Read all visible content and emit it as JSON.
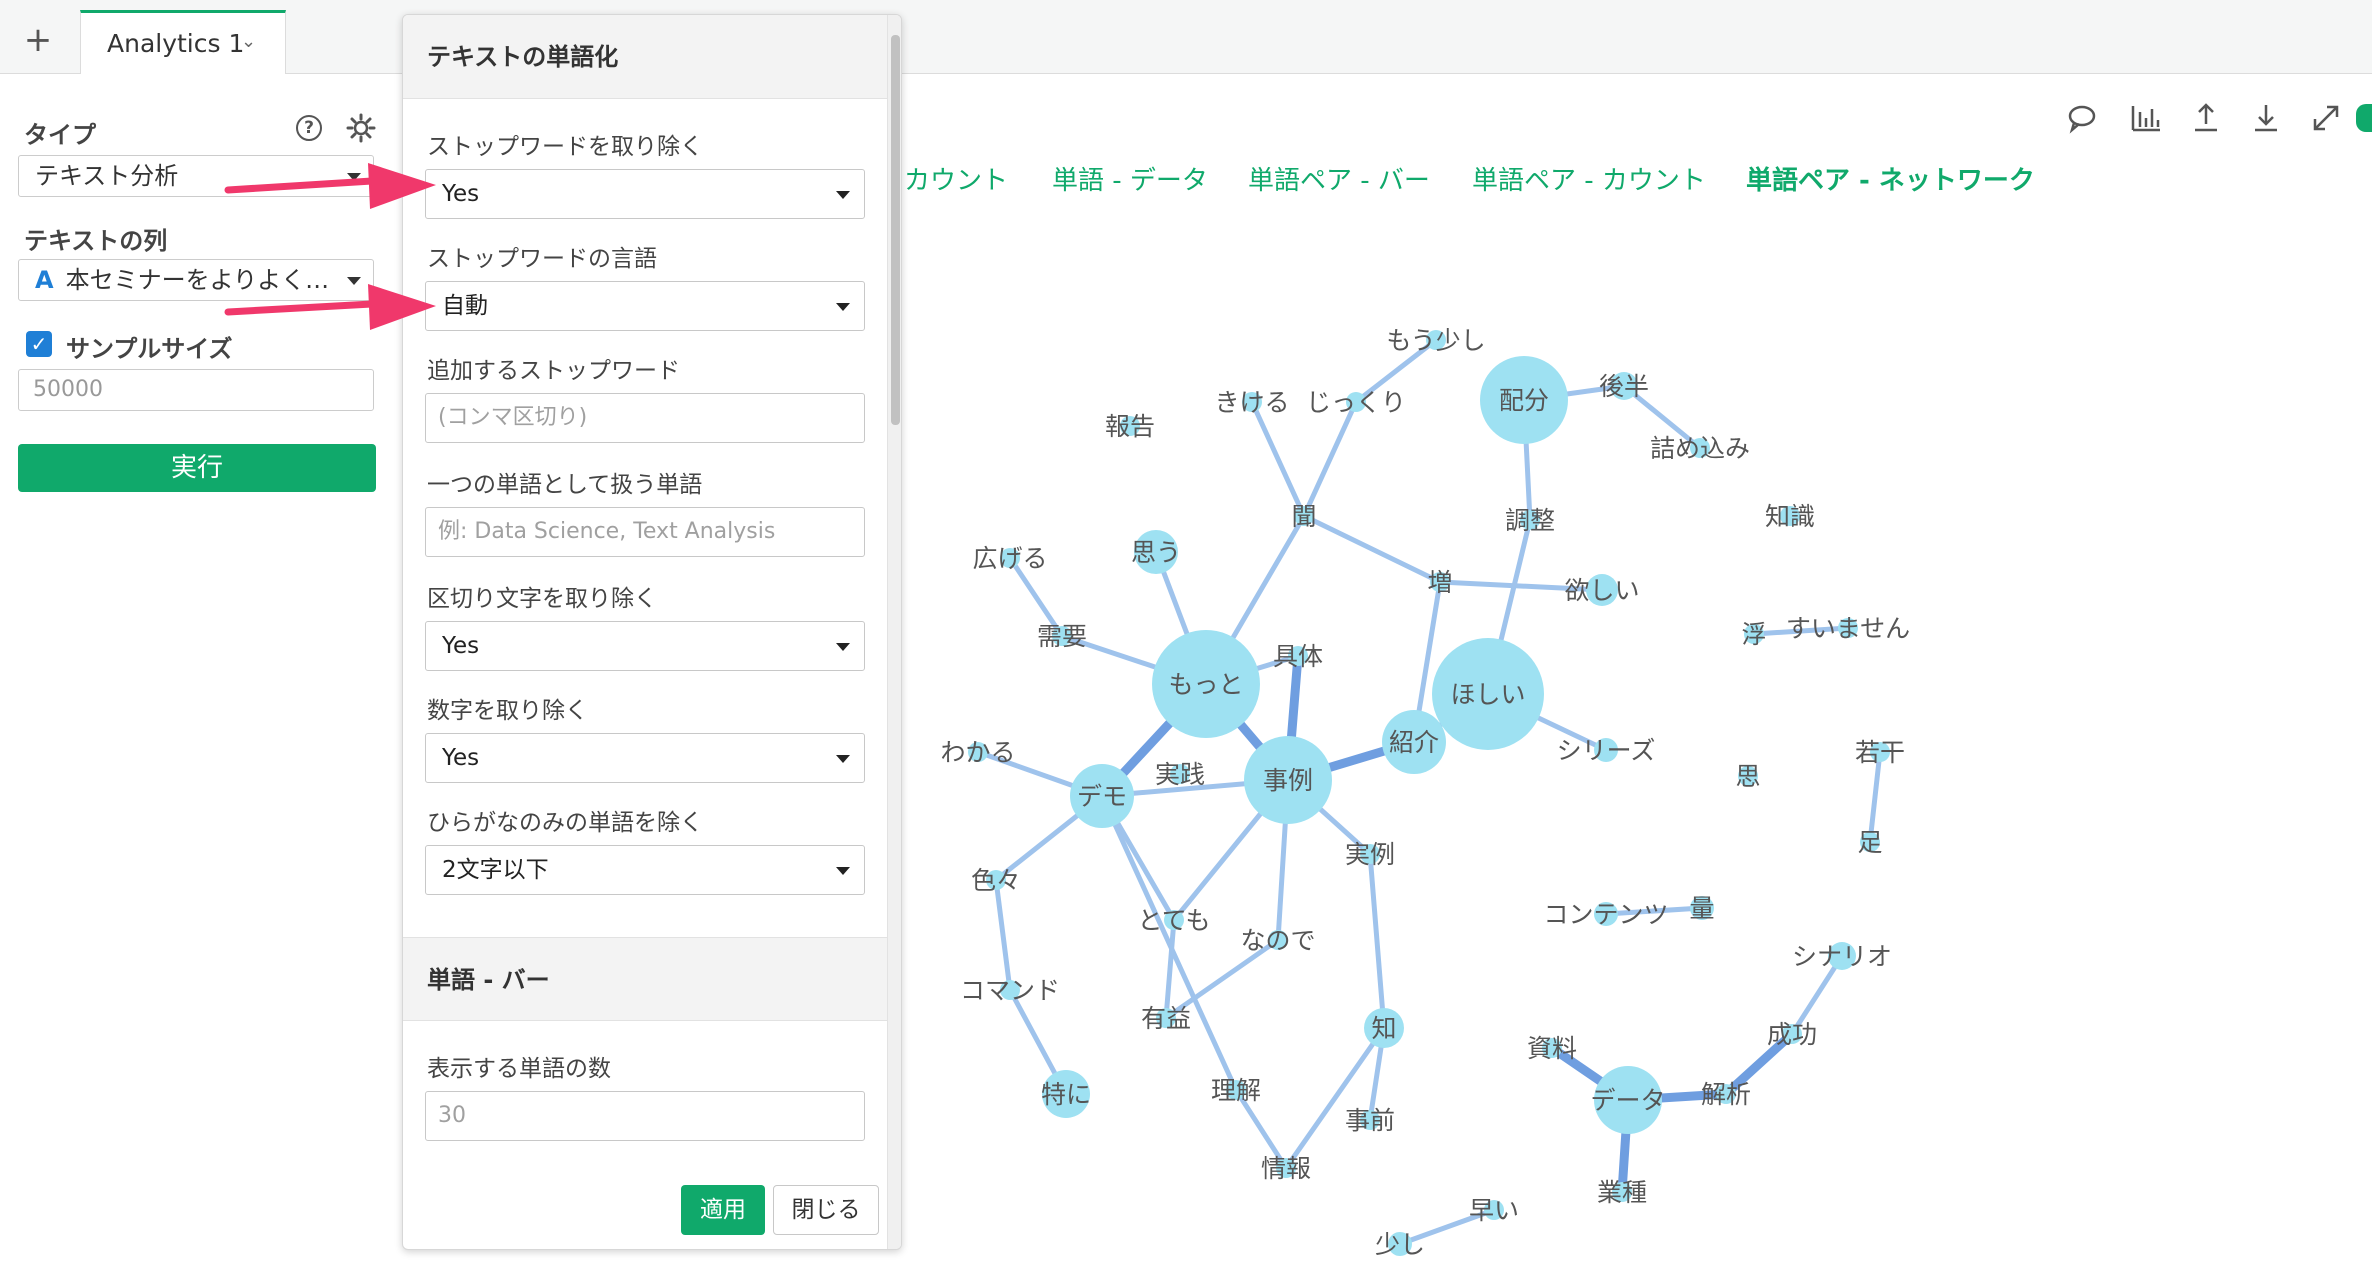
{
  "top_tabs": {
    "add_label": "+",
    "active_tab": "Analytics 1"
  },
  "left_panel": {
    "type_label": "タイプ",
    "type_value": "テキスト分析",
    "text_column_label": "テキストの列",
    "text_column_type_icon": "A",
    "text_column_value": "本セミナーをよりよく…",
    "sample_size_label": "サンプルサイズ",
    "sample_size_checked": true,
    "sample_size_value": "50000",
    "run_label": "実行",
    "help_icon": "question-circle-icon",
    "settings_icon": "gear-icon"
  },
  "popup": {
    "title": "テキストの単語化",
    "fields": {
      "remove_stopwords_label": "ストップワードを取り除く",
      "remove_stopwords_value": "Yes",
      "stopword_lang_label": "ストップワードの言語",
      "stopword_lang_value": "自動",
      "add_stopwords_label": "追加するストップワード",
      "add_stopwords_placeholder": "(コンマ区切り)",
      "compound_words_label": "一つの単語として扱う単語",
      "compound_words_placeholder": "例: Data Science, Text Analysis",
      "remove_punct_label": "区切り文字を取り除く",
      "remove_punct_value": "Yes",
      "remove_numbers_label": "数字を取り除く",
      "remove_numbers_value": "Yes",
      "remove_hiragana_label": "ひらがなのみの単語を除く",
      "remove_hiragana_value": "2文字以下"
    },
    "section2_title": "単語 - バー",
    "num_words_label": "表示する単語の数",
    "num_words_value": "30",
    "apply_label": "適用",
    "close_label": "閉じる"
  },
  "subtabs": [
    "カウント",
    "単語 - データ",
    "単語ペア - バー",
    "単語ペア - カウント",
    "単語ペア - ネットワーク"
  ],
  "active_subtab": "単語ペア - ネットワーク",
  "toolbar_icons": [
    "comment-icon",
    "bar-chart-icon",
    "export-icon",
    "download-icon",
    "expand-icon"
  ],
  "colors": {
    "accent": "#10a96b",
    "node": "#9ee1f2",
    "edge": "#9fc3ec",
    "edge_strong": "#6f9ee0",
    "arrow": "#f0386b"
  },
  "network": {
    "nodes": [
      {
        "id": "もう少し"
      },
      {
        "id": "きける"
      },
      {
        "id": "じっくり"
      },
      {
        "id": "配分"
      },
      {
        "id": "後半"
      },
      {
        "id": "詰め込み"
      },
      {
        "id": "報告"
      },
      {
        "id": "聞"
      },
      {
        "id": "調整"
      },
      {
        "id": "知識"
      },
      {
        "id": "広げる"
      },
      {
        "id": "思う"
      },
      {
        "id": "増"
      },
      {
        "id": "欲しい"
      },
      {
        "id": "浮"
      },
      {
        "id": "すいません"
      },
      {
        "id": "需要"
      },
      {
        "id": "もっと"
      },
      {
        "id": "具体"
      },
      {
        "id": "ほしい"
      },
      {
        "id": "紹介"
      },
      {
        "id": "シリーズ"
      },
      {
        "id": "わかる"
      },
      {
        "id": "デモ"
      },
      {
        "id": "実践"
      },
      {
        "id": "事例"
      },
      {
        "id": "若干"
      },
      {
        "id": "思"
      },
      {
        "id": "足"
      },
      {
        "id": "実例"
      },
      {
        "id": "色々"
      },
      {
        "id": "とても"
      },
      {
        "id": "なので"
      },
      {
        "id": "コンテンツ"
      },
      {
        "id": "量"
      },
      {
        "id": "シナリオ"
      },
      {
        "id": "コマンド"
      },
      {
        "id": "有益"
      },
      {
        "id": "知"
      },
      {
        "id": "成功"
      },
      {
        "id": "資料"
      },
      {
        "id": "特に"
      },
      {
        "id": "理解"
      },
      {
        "id": "データ"
      },
      {
        "id": "解析"
      },
      {
        "id": "事前"
      },
      {
        "id": "情報"
      },
      {
        "id": "業種"
      },
      {
        "id": "早い"
      },
      {
        "id": "少し"
      }
    ],
    "edges": [
      [
        "もう少し",
        "じっくり"
      ],
      [
        "じっくり",
        "聞"
      ],
      [
        "きける",
        "聞"
      ],
      [
        "聞",
        "もっと"
      ],
      [
        "聞",
        "増"
      ],
      [
        "増",
        "欲しい"
      ],
      [
        "増",
        "紹介"
      ],
      [
        "配分",
        "後半"
      ],
      [
        "後半",
        "詰め込み"
      ],
      [
        "配分",
        "調整"
      ],
      [
        "調整",
        "ほしい"
      ],
      [
        "ほしい",
        "シリーズ"
      ],
      [
        "もっと",
        "思う"
      ],
      [
        "もっと",
        "需要"
      ],
      [
        "需要",
        "広げる"
      ],
      [
        "もっと",
        "デモ"
      ],
      [
        "もっと",
        "具体"
      ],
      [
        "もっと",
        "事例"
      ],
      [
        "具体",
        "事例"
      ],
      [
        "事例",
        "紹介"
      ],
      [
        "ほしい",
        "紹介"
      ],
      [
        "わかる",
        "デモ"
      ],
      [
        "デモ",
        "事例"
      ],
      [
        "デモ",
        "色々"
      ],
      [
        "デモ",
        "とても"
      ],
      [
        "デモ",
        "理解"
      ],
      [
        "色々",
        "コマンド"
      ],
      [
        "コマンド",
        "特に"
      ],
      [
        "事例",
        "とても"
      ],
      [
        "事例",
        "なので"
      ],
      [
        "事例",
        "実例"
      ],
      [
        "実例",
        "知"
      ],
      [
        "知",
        "事前"
      ],
      [
        "知",
        "情報"
      ],
      [
        "とても",
        "有益"
      ],
      [
        "なので",
        "有益"
      ],
      [
        "理解",
        "情報"
      ],
      [
        "浮",
        "すいません"
      ],
      [
        "若干",
        "足"
      ],
      [
        "コンテンツ",
        "量"
      ],
      [
        "シナリオ",
        "成功"
      ],
      [
        "成功",
        "解析"
      ],
      [
        "資料",
        "データ"
      ],
      [
        "データ",
        "解析"
      ],
      [
        "データ",
        "業種"
      ],
      [
        "早い",
        "少し"
      ]
    ]
  }
}
